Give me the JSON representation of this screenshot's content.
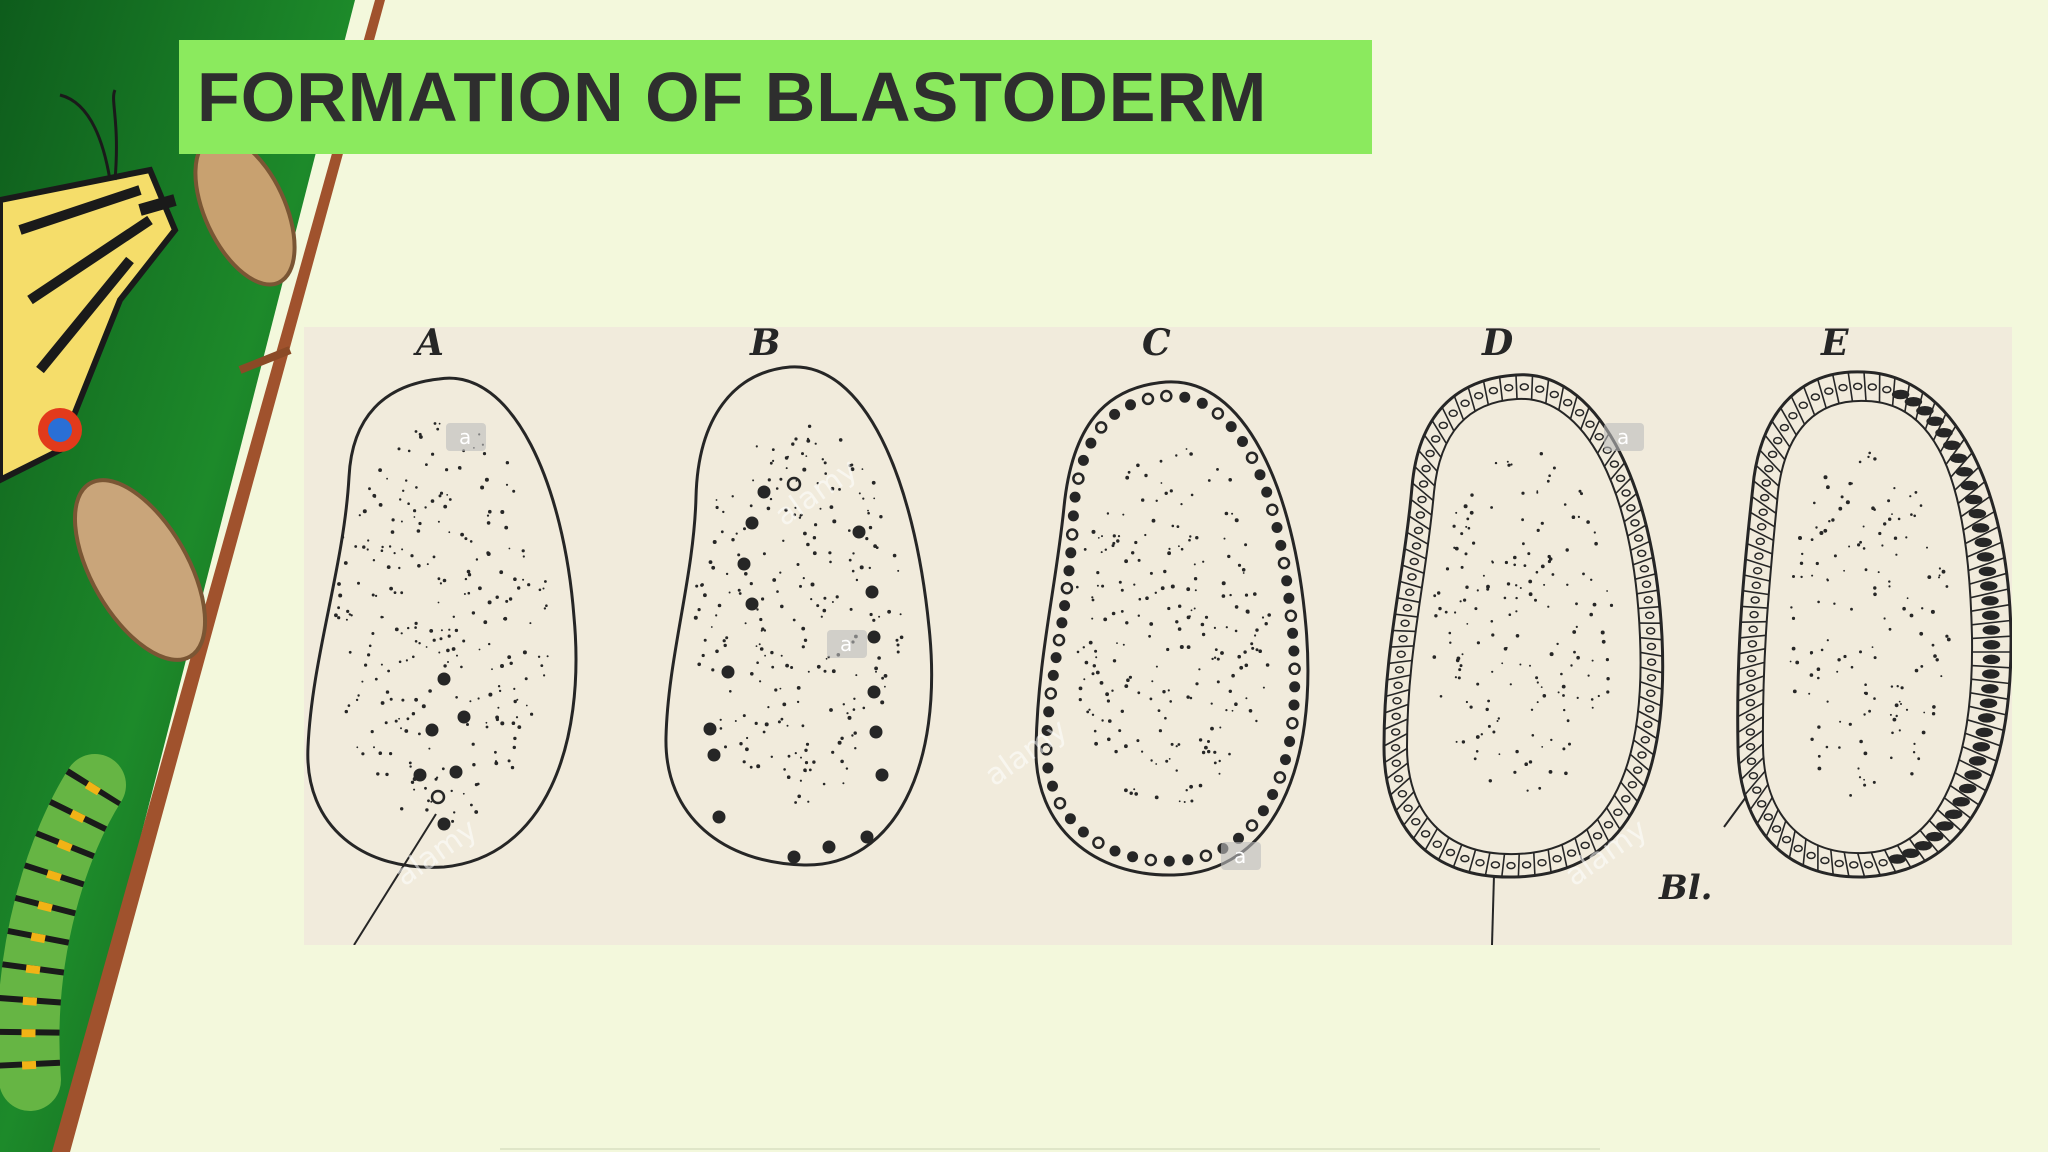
{
  "slide": {
    "title": "FORMATION OF BLASTODERM",
    "background_color": "#f3f8dc",
    "title_box_color": "#8bea5e",
    "title_text_color": "#2e2e2e"
  },
  "figure": {
    "panels": [
      {
        "letter": "A",
        "stage": "scattered-nuclei"
      },
      {
        "letter": "B",
        "stage": "nuclei-migrating"
      },
      {
        "letter": "C",
        "stage": "nuclei-at-periphery"
      },
      {
        "letter": "D",
        "stage": "cell-walls-formed"
      },
      {
        "letter": "E",
        "stage": "blastoderm"
      }
    ],
    "labels": {
      "bl": "Bl."
    },
    "watermark": {
      "brand": "alamy",
      "badge": "a"
    },
    "paper_color": "#f1ebdc",
    "ink_color": "#262626"
  },
  "side_art": {
    "subjects": [
      "butterfly",
      "chrysalis",
      "chrysalis",
      "caterpillar",
      "branch"
    ]
  }
}
